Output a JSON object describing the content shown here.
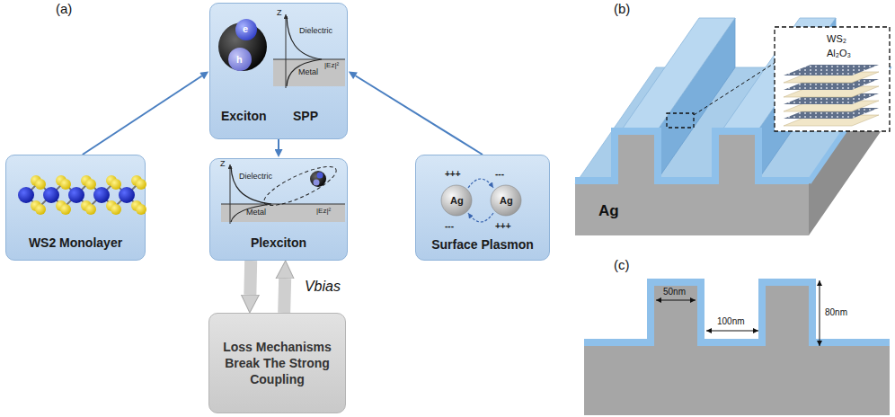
{
  "diagram": {
    "nodes": [
      {
        "text": [
          "Exciton",
          "SPP",
          "e",
          "h",
          "Z",
          "Dielectric",
          "Metal",
          "|Ez|²"
        ]
      },
      {
        "text": [
          "WS2 Monolayer"
        ]
      },
      {
        "text": [
          "Plexciton",
          "Z",
          "Dielectric",
          "Metal",
          "|Ez|²"
        ]
      },
      {
        "text": [
          "Surface Plasmon",
          "+++",
          "---",
          "Ag",
          "Ag",
          "---",
          "+++"
        ]
      },
      {
        "text": [
          "Loss Mechanisms Break The Strong Coupling"
        ]
      }
    ],
    "edges": [
      {
        "from": 1,
        "to": 0,
        "arrow": "to"
      },
      {
        "from": 3,
        "to": 0,
        "arrow": "to"
      },
      {
        "from": 0,
        "to": 2,
        "arrow": "to"
      },
      {
        "from": 2,
        "to": 4,
        "arrow": "to"
      },
      {
        "from": 4,
        "to": 2,
        "arrow": "to",
        "label": "Vbias"
      }
    ],
    "labels": [
      "(a)",
      "(b)",
      "(c)",
      "Ag",
      "WS₂",
      "Al₂O₃",
      "50nm",
      "100nm",
      "80nm"
    ]
  }
}
